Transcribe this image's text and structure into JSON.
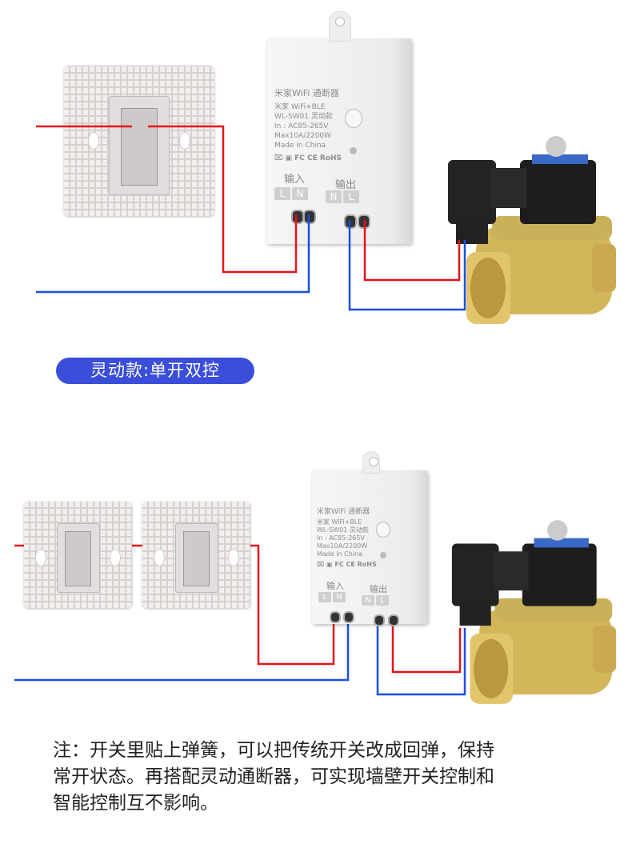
{
  "module": {
    "title": "米家WiFi 通断器",
    "line1": "米家 WiFi+BLE",
    "line2": "WL-SW01 灵动款",
    "line3": "In : AC85-265V",
    "line4": "Max10A/2200W",
    "line5": "Made in China",
    "certs": "⌧ ▣ FC CE RoHS",
    "input_label": "输入",
    "output_label": "输出",
    "input_terminals": [
      "L",
      "N"
    ],
    "output_terminals": [
      "N",
      "L"
    ]
  },
  "section_badge": "灵动款:单开双控",
  "note": [
    "注：开关里贴上弹簧，可以把传统开关改成回弹，保持",
    "常开状态。再搭配灵动通断器，可实现墙壁开关控制和",
    "智能控制互不影响。"
  ],
  "colors": {
    "live_wire": "#e8121b",
    "neutral_wire": "#1a4fe0",
    "badge": "#3a4ed9"
  }
}
